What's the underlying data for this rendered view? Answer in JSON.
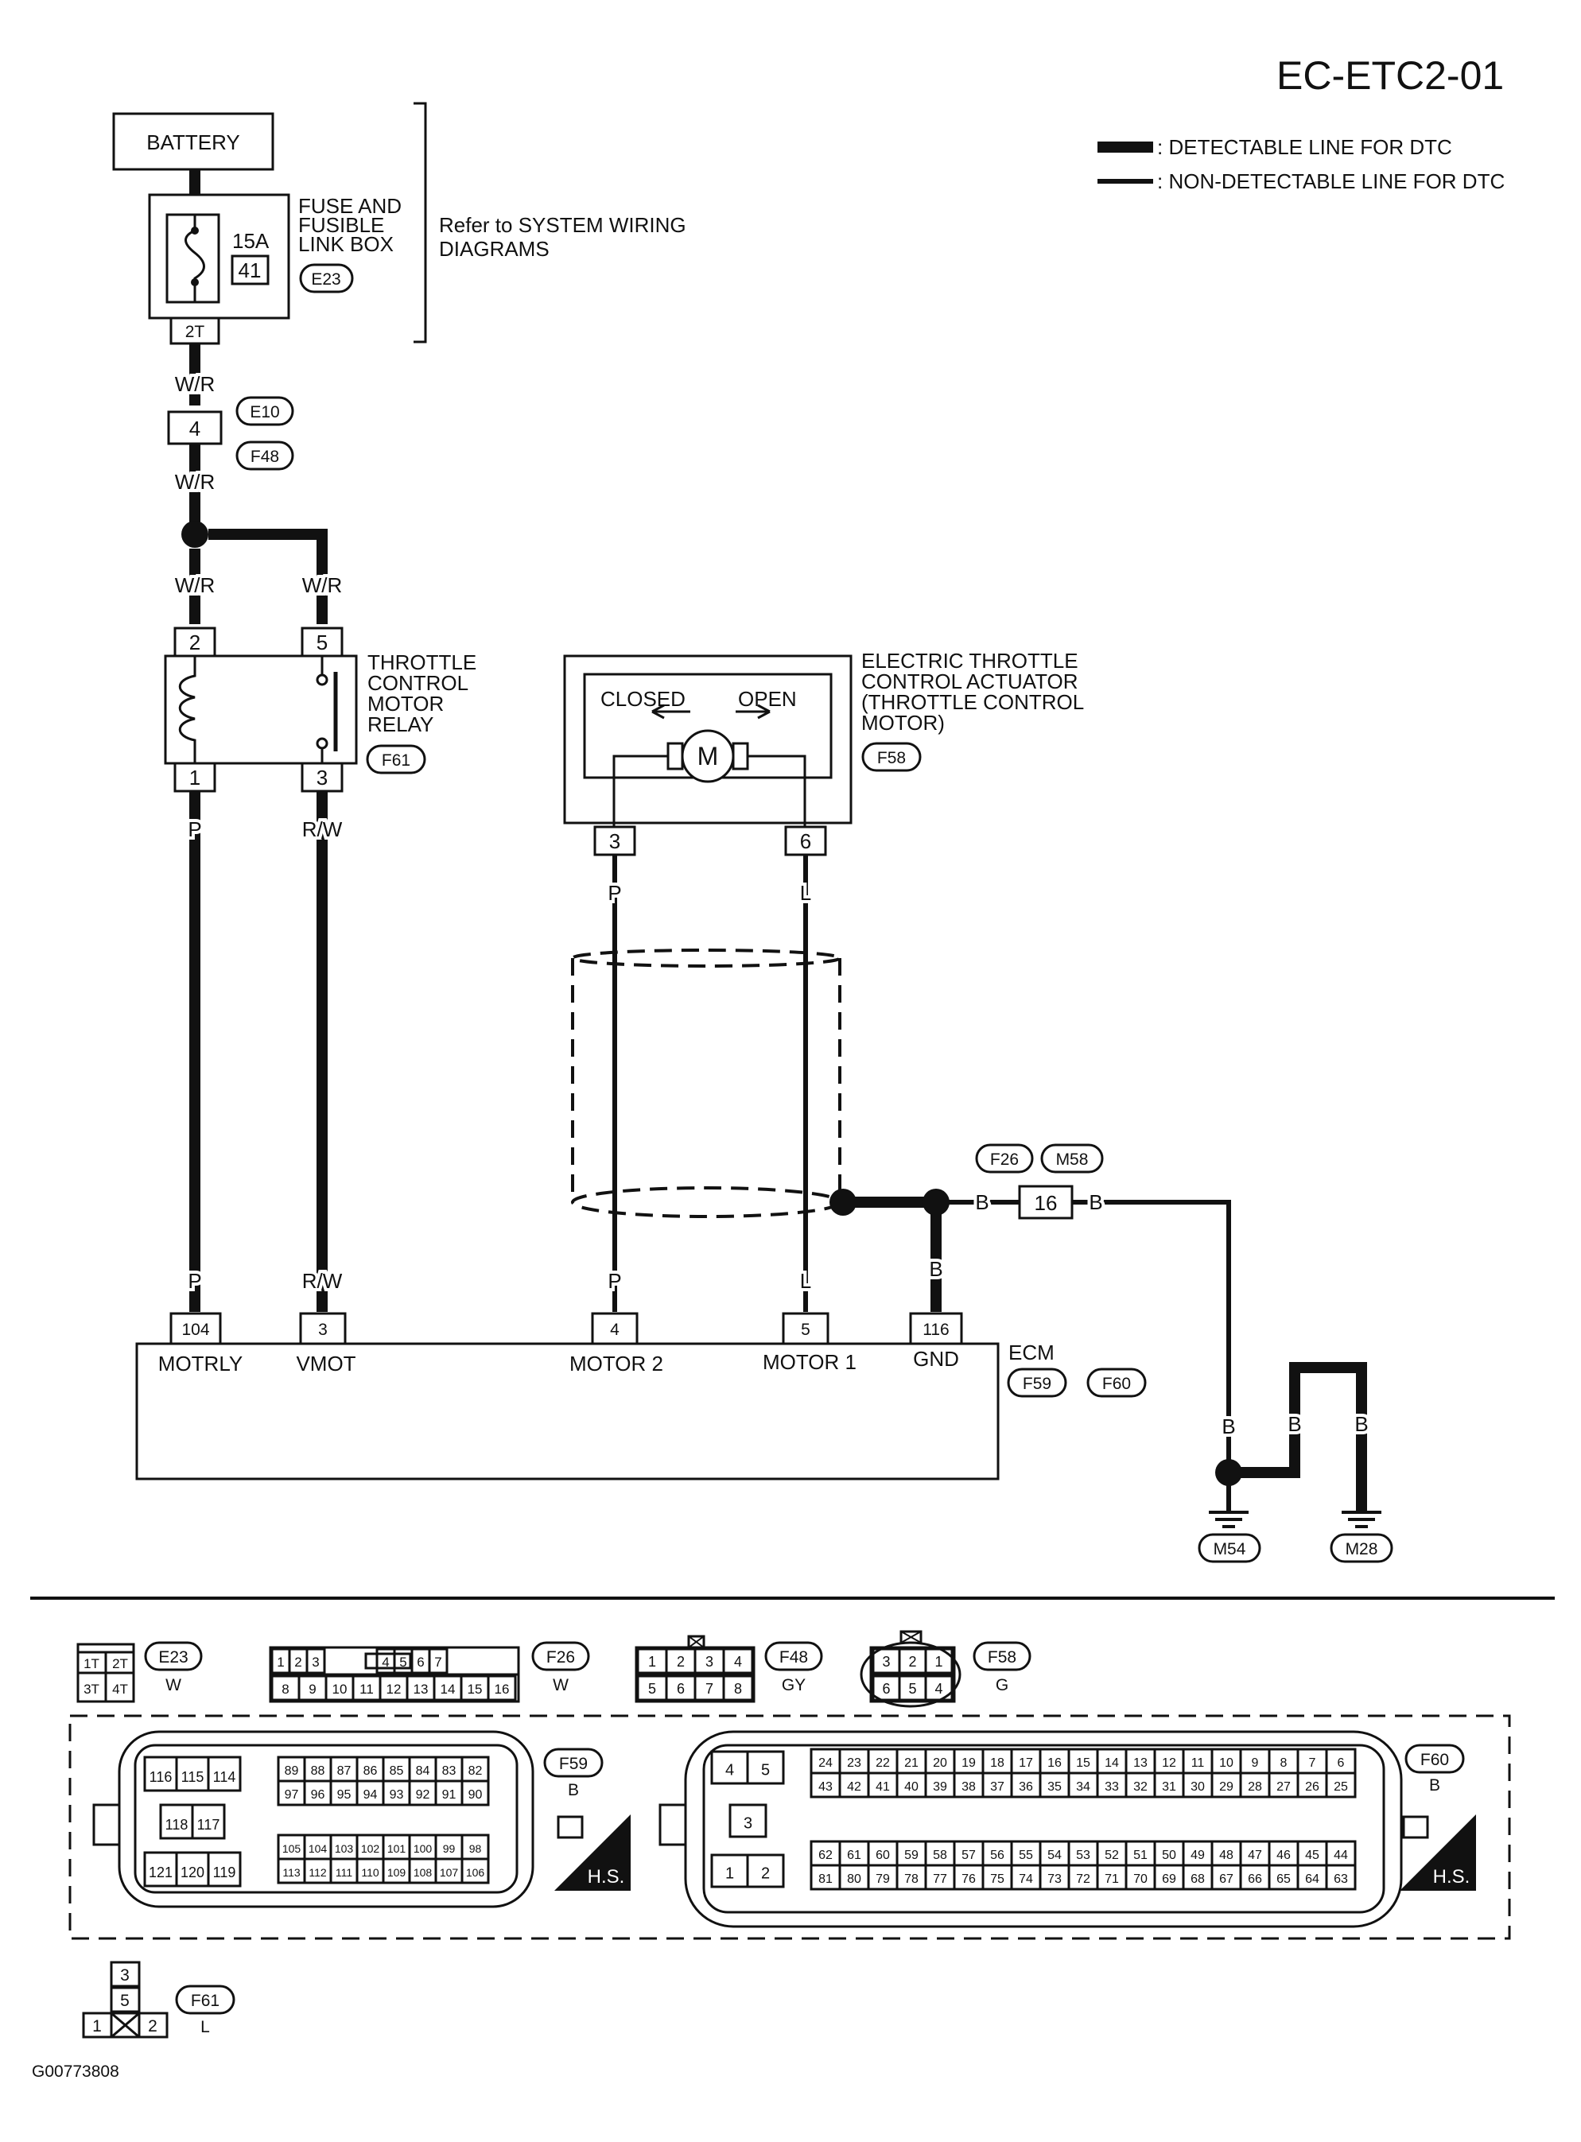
{
  "page": {
    "code": "EC-ETC2-01",
    "figure_id": "G00773808"
  },
  "legend": {
    "detectable": ": DETECTABLE LINE FOR DTC",
    "non_detectable": ": NON-DETECTABLE LINE FOR DTC"
  },
  "battery": {
    "label": "BATTERY"
  },
  "fuse_box": {
    "title_1": "FUSE AND",
    "title_2": "FUSIBLE",
    "title_3": "LINK BOX",
    "amp": "15A",
    "number": "41",
    "connector": "E23",
    "terminal": "2T"
  },
  "refer": {
    "line1": "Refer to SYSTEM WIRING",
    "line2": "DIAGRAMS"
  },
  "joint_e10_f48": {
    "pin": "4",
    "top_connector": "E10",
    "bottom_connector": "F48"
  },
  "wire_colors": {
    "wr": "W/R",
    "p": "P",
    "rw": "R/W",
    "l": "L",
    "b": "B"
  },
  "relay": {
    "line1": "THROTTLE",
    "line2": "CONTROL",
    "line3": "MOTOR",
    "line4": "RELAY",
    "connector": "F61",
    "pins": [
      "2",
      "5",
      "1",
      "3"
    ]
  },
  "actuator": {
    "line1": "ELECTRIC THROTTLE",
    "line2": "CONTROL ACTUATOR",
    "line3": "(THROTTLE CONTROL",
    "line4": "MOTOR)",
    "connector": "F58",
    "closed": "CLOSED",
    "open": "OPEN",
    "motor_symbol": "M",
    "pins": [
      "3",
      "6"
    ]
  },
  "joint_f26_m58": {
    "pin": "16",
    "left_connector": "F26",
    "right_connector": "M58"
  },
  "ecm": {
    "label": "ECM",
    "connectors": [
      "F59",
      "F60"
    ],
    "terminals": [
      {
        "pin": "104",
        "name": "MOTRLY"
      },
      {
        "pin": "3",
        "name": "VMOT"
      },
      {
        "pin": "4",
        "name": "MOTOR 2"
      },
      {
        "pin": "5",
        "name": "MOTOR 1"
      },
      {
        "pin": "116",
        "name": "GND"
      }
    ]
  },
  "grounds": [
    "M54",
    "M28"
  ],
  "connector_views": {
    "e23": {
      "id": "E23",
      "color": "W",
      "pins": [
        "1T",
        "2T",
        "3T",
        "4T"
      ]
    },
    "f26": {
      "id": "F26",
      "color": "W",
      "row1": [
        "1",
        "2",
        "3",
        "4",
        "5",
        "6",
        "7"
      ],
      "row2": [
        "8",
        "9",
        "10",
        "11",
        "12",
        "13",
        "14",
        "15",
        "16"
      ]
    },
    "f48": {
      "id": "F48",
      "color": "GY",
      "row1": [
        "1",
        "2",
        "3",
        "4"
      ],
      "row2": [
        "5",
        "6",
        "7",
        "8"
      ]
    },
    "f58": {
      "id": "F58",
      "color": "G",
      "row1": [
        "3",
        "2",
        "1"
      ],
      "row2": [
        "6",
        "5",
        "4"
      ]
    },
    "f59": {
      "id": "F59",
      "color": "B",
      "hs": "H.S.",
      "g1r1": [
        "116",
        "115",
        "114"
      ],
      "g1r2": [
        "118",
        "117"
      ],
      "g1r3": [
        "121",
        "120",
        "119"
      ],
      "g2r1": [
        "89",
        "88",
        "87",
        "86",
        "85",
        "84",
        "83",
        "82"
      ],
      "g2r2": [
        "97",
        "96",
        "95",
        "94",
        "93",
        "92",
        "91",
        "90"
      ],
      "g3r1": [
        "105",
        "104",
        "103",
        "102",
        "101",
        "100",
        "99",
        "98"
      ],
      "g3r2": [
        "113",
        "112",
        "111",
        "110",
        "109",
        "108",
        "107",
        "106"
      ]
    },
    "f60": {
      "id": "F60",
      "color": "B",
      "hs": "H.S.",
      "s1": [
        "4",
        "5"
      ],
      "s2": [
        "3"
      ],
      "s3": [
        "1",
        "2"
      ],
      "g1r1": [
        "24",
        "23",
        "22",
        "21",
        "20",
        "19",
        "18",
        "17",
        "16",
        "15",
        "14",
        "13",
        "12",
        "11",
        "10",
        "9",
        "8",
        "7",
        "6"
      ],
      "g1r2": [
        "43",
        "42",
        "41",
        "40",
        "39",
        "38",
        "37",
        "36",
        "35",
        "34",
        "33",
        "32",
        "31",
        "30",
        "29",
        "28",
        "27",
        "26",
        "25"
      ],
      "g2r1": [
        "62",
        "61",
        "60",
        "59",
        "58",
        "57",
        "56",
        "55",
        "54",
        "53",
        "52",
        "51",
        "50",
        "49",
        "48",
        "47",
        "46",
        "45",
        "44"
      ],
      "g2r2": [
        "81",
        "80",
        "79",
        "78",
        "77",
        "76",
        "75",
        "74",
        "73",
        "72",
        "71",
        "70",
        "69",
        "68",
        "67",
        "66",
        "65",
        "64",
        "63"
      ]
    },
    "f61": {
      "id": "F61",
      "color": "L",
      "pins": [
        "3",
        "5",
        "1",
        "2"
      ]
    }
  }
}
